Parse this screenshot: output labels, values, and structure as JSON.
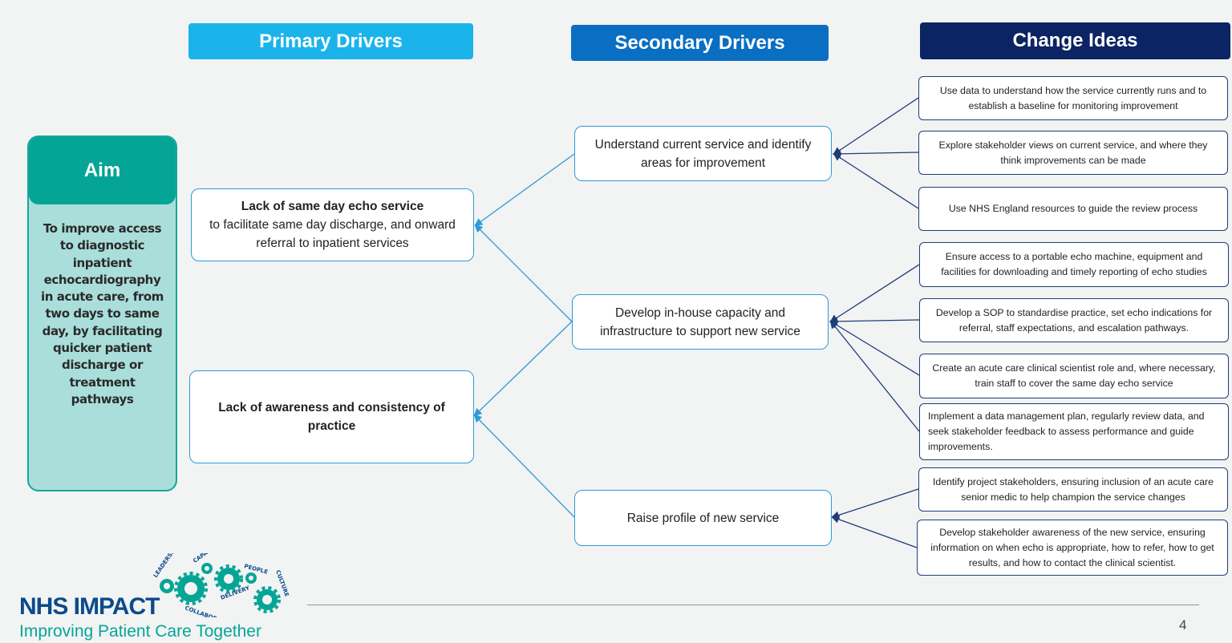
{
  "headers": {
    "primary": "Primary Drivers",
    "secondary": "Secondary Drivers",
    "change": "Change Ideas"
  },
  "aim": {
    "title": "Aim",
    "text": "To improve access to diagnostic inpatient echocardiography in acute care, from two days to same day, by facilitating quicker patient discharge or treatment pathways"
  },
  "primary_drivers": [
    {
      "bold": "Lack of same day echo service",
      "rest": "to facilitate same day discharge, and onward referral to inpatient services"
    },
    {
      "bold": "Lack of awareness and consistency of practice",
      "rest": ""
    }
  ],
  "secondary_drivers": [
    "Understand current service and identify areas for improvement",
    "Develop in-house capacity and infrastructure to support new service",
    "Raise profile of new service"
  ],
  "change_ideas": [
    "Use data to understand how the service currently runs and to establish a baseline for monitoring improvement",
    "Explore stakeholder views on current service, and where they think improvements can be made",
    "Use NHS England resources to guide the review process",
    "Ensure access to a portable echo machine, equipment and facilities for downloading and timely reporting of echo studies",
    "Develop a SOP to standardise practice, set echo indications for referral, staff expectations, and escalation pathways.",
    "Create an acute care clinical scientist role and, where necessary, train staff to cover the same day echo service",
    "Implement a data management plan, regularly review data, and seek stakeholder feedback to assess performance and guide improvements.",
    "Identify project stakeholders, ensuring inclusion of an acute care senior medic to help champion the service changes",
    "Develop stakeholder awareness of the new service, ensuring information on when echo is appropriate, how to refer, how to get results, and how to contact the clinical scientist."
  ],
  "logo": {
    "title": "NHS IMPACT",
    "subtitle": "Improving Patient Care Together",
    "gear_words": [
      "LEADERSHIP",
      "CAPABILITY",
      "PEOPLE",
      "CULTURE",
      "DELIVERY",
      "COLLABORATION"
    ]
  },
  "page_number": "4",
  "colors": {
    "primary_header": "#1ab4ea",
    "secondary_header": "#0a6fc2",
    "change_header": "#0b2463",
    "aim_header": "#05a596",
    "aim_body": "#aadedb",
    "connector_light": "#2e9ad8",
    "connector_dark": "#1f3d78"
  }
}
